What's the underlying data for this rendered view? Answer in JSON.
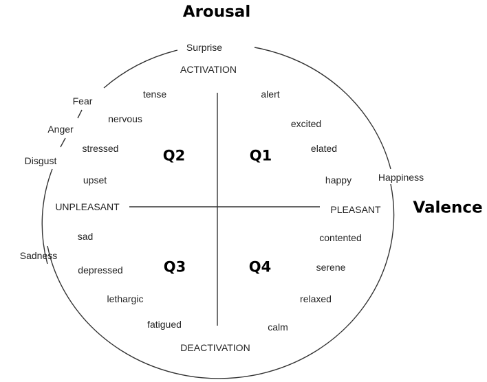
{
  "axes": {
    "vertical": "Arousal",
    "horizontal": "Valence"
  },
  "poles": {
    "top": "ACTIVATION",
    "bottom": "DEACTIVATION",
    "left": "UNPLEASANT",
    "right": "PLEASANT"
  },
  "quadrants": [
    "Q1",
    "Q2",
    "Q3",
    "Q4"
  ],
  "basic_emotions": [
    "Surprise",
    "Fear",
    "Anger",
    "Disgust",
    "Happiness",
    "Sadness"
  ],
  "affect_words": {
    "q1": [
      "alert",
      "excited",
      "elated",
      "happy"
    ],
    "q2": [
      "tense",
      "nervous",
      "stressed",
      "upset"
    ],
    "q3": [
      "sad",
      "depressed",
      "lethargic",
      "fatigued"
    ],
    "q4": [
      "contented",
      "serene",
      "relaxed",
      "calm"
    ]
  }
}
